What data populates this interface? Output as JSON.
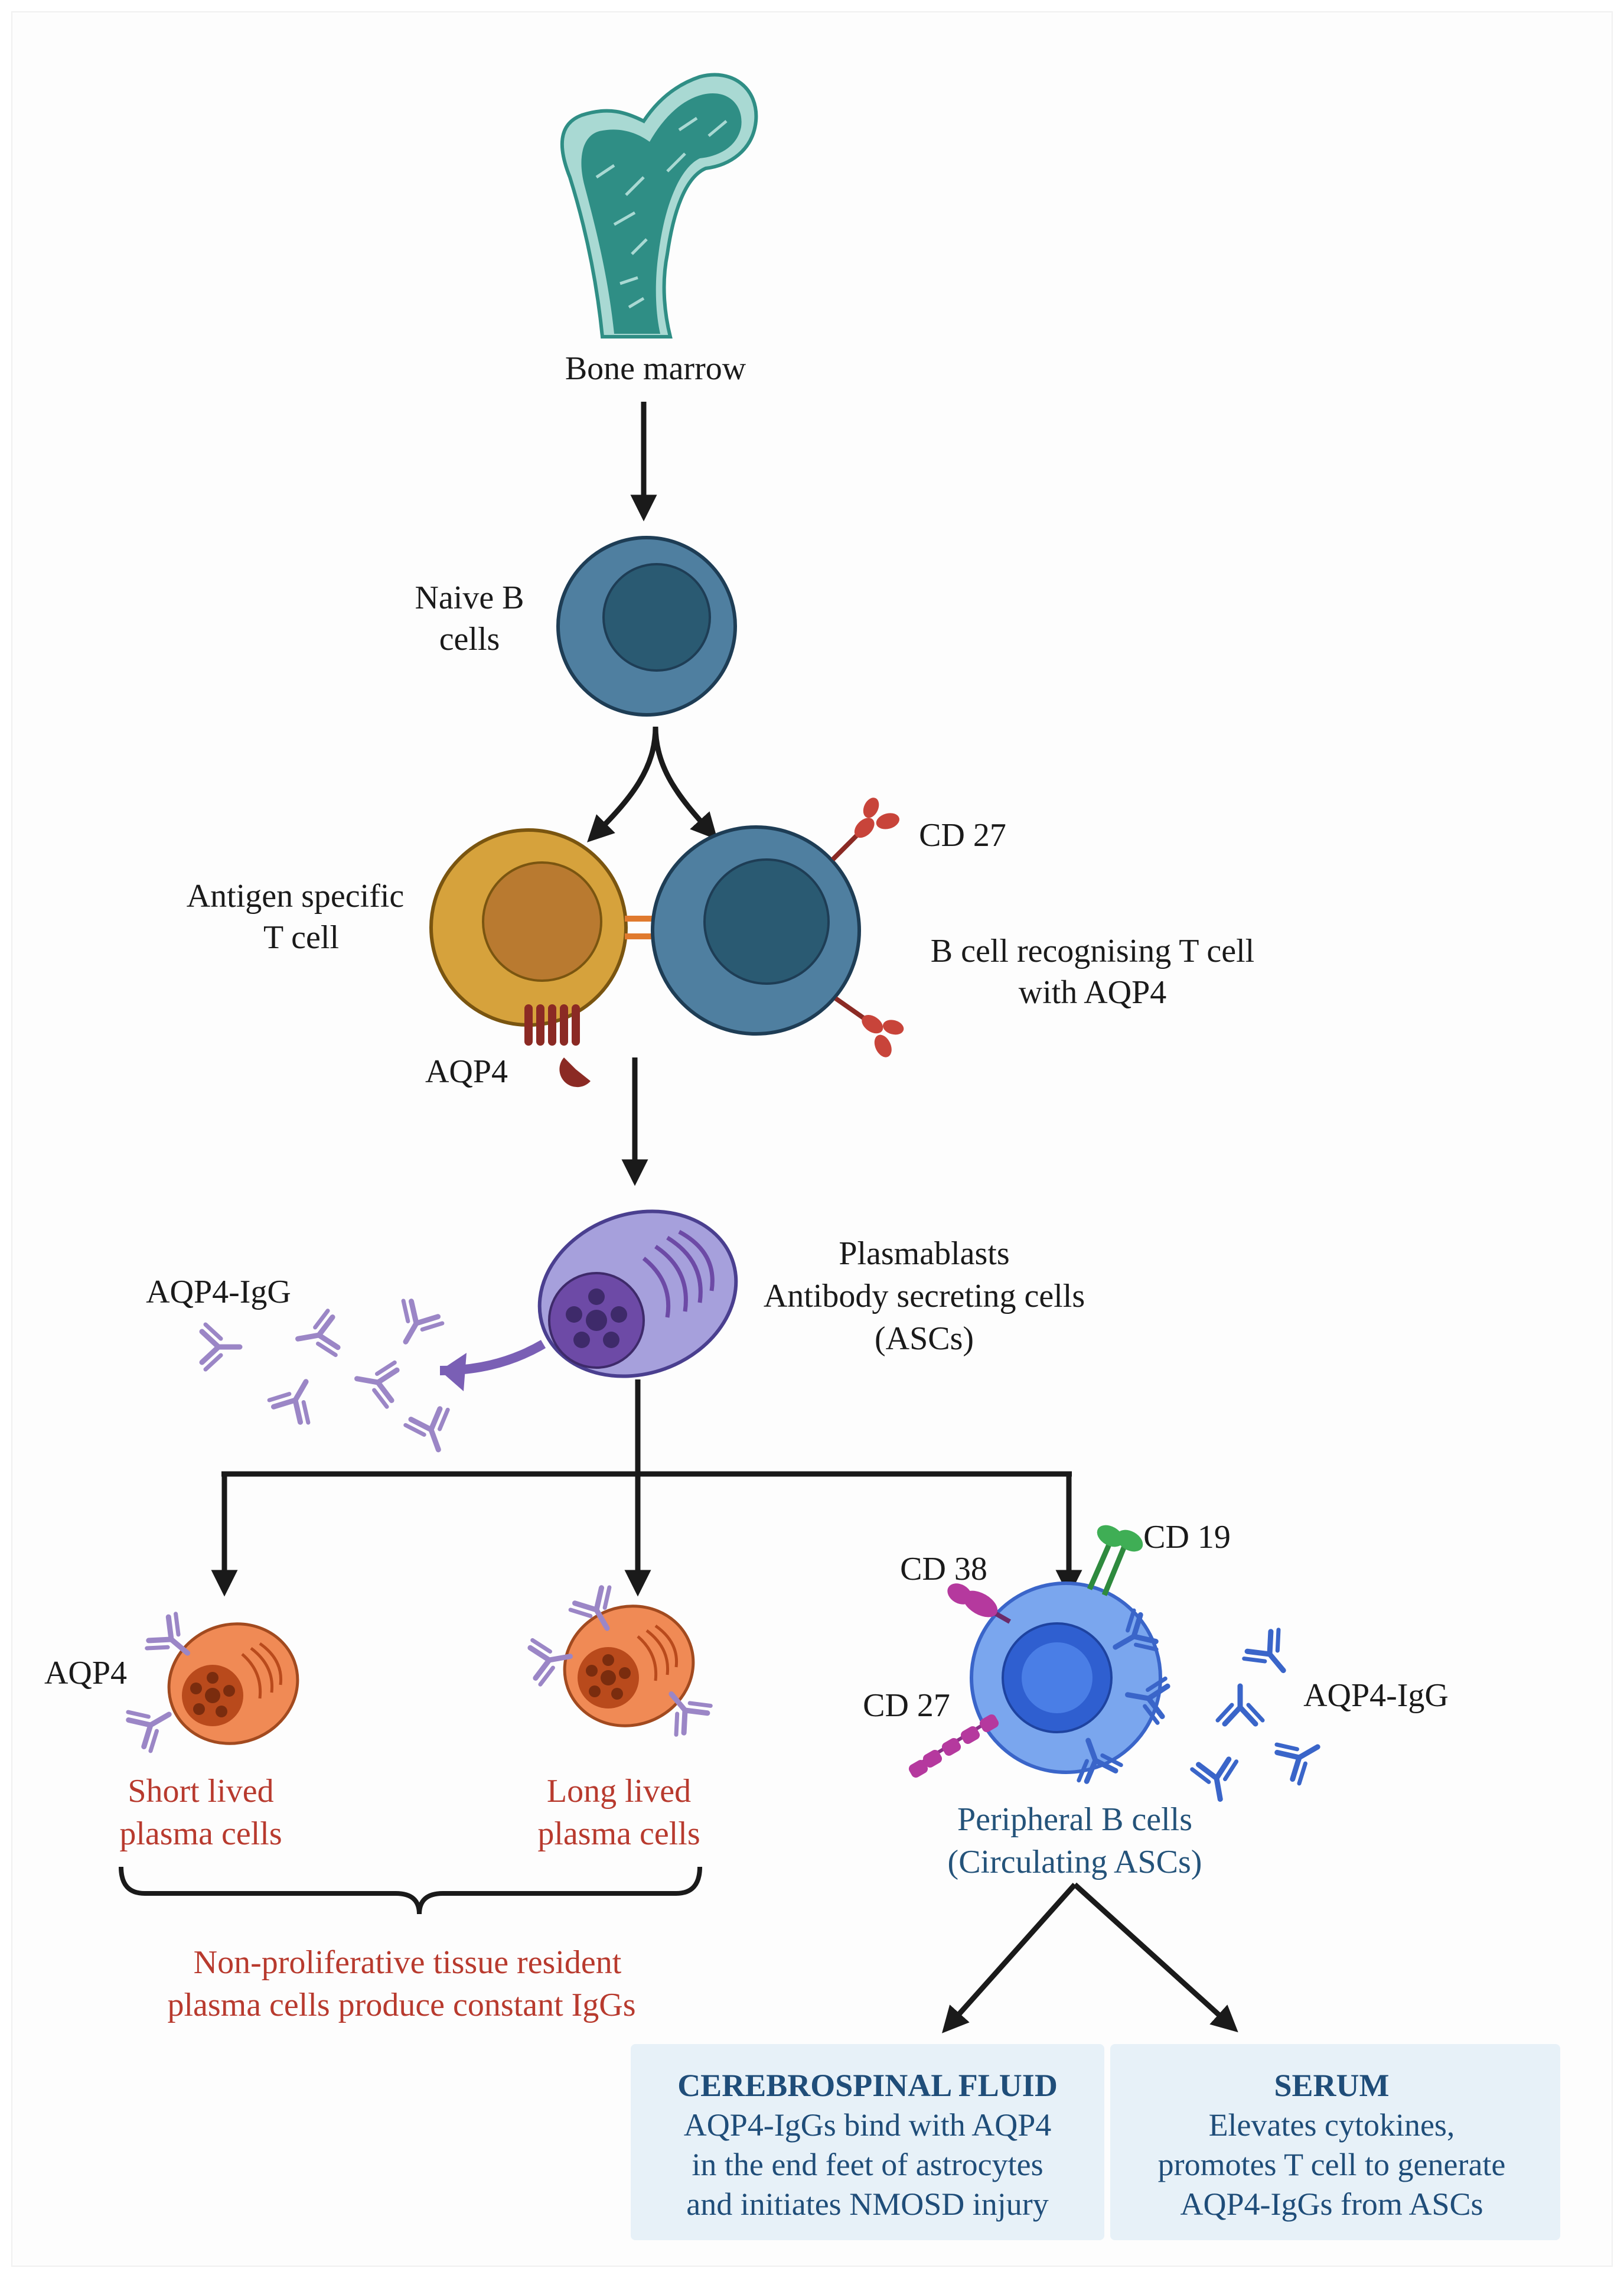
{
  "labels": {
    "bone_marrow": "Bone marrow",
    "naive_b_line1": "Naive B",
    "naive_b_line2": "cells",
    "antigen_t_line1": "Antigen specific",
    "antigen_t_line2": "T cell",
    "cd27_top": "CD 27",
    "b_recog_line1": "B cell recognising T cell",
    "b_recog_line2": "with AQP4",
    "aqp4_tcell": "AQP4",
    "plasmablast_line1": "Plasmablasts",
    "plasmablast_line2": "Antibody secreting cells",
    "plasmablast_line3": "(ASCs)",
    "aqp4_igg_left": "AQP4-IgG",
    "aqp4_plasma": "AQP4",
    "short_lived_line1": "Short lived",
    "short_lived_line2": "plasma cells",
    "long_lived_line1": "Long lived",
    "long_lived_line2": "plasma cells",
    "cd38": "CD 38",
    "cd19": "CD 19",
    "cd27_peripheral": "CD 27",
    "aqp4_igg_right": "AQP4-IgG",
    "peripheral_line1": "Peripheral B cells",
    "peripheral_line2": "(Circulating ASCs)",
    "nonprolif_line1": "Non-proliferative tissue resident",
    "nonprolif_line2": "plasma cells produce constant IgGs"
  },
  "boxes": {
    "csf": {
      "title": "CEREBROSPINAL FLUID",
      "line1": "AQP4-IgGs bind with AQP4",
      "line2": "in the end feet of astrocytes",
      "line3": "and initiates NMOSD injury"
    },
    "serum": {
      "title": "SERUM",
      "line1": "Elevates cytokines,",
      "line2": "promotes T cell to generate",
      "line3": "AQP4-IgGs from ASCs"
    }
  },
  "colors": {
    "bone": "#2f8e85",
    "b_cell": "#4f7fa0",
    "t_cell": "#d6a23c",
    "plasmablast": "#a6a0dc",
    "plasma_cell": "#f08a55",
    "peripheral_b": "#7aa6ee",
    "antibody_purple": "#9b86c6",
    "antibody_blue": "#3a65c9",
    "cd27_red": "#c8443a",
    "red_text": "#b83a2e",
    "blue_text": "#24537a",
    "box_bg": "#e7f1f8"
  }
}
